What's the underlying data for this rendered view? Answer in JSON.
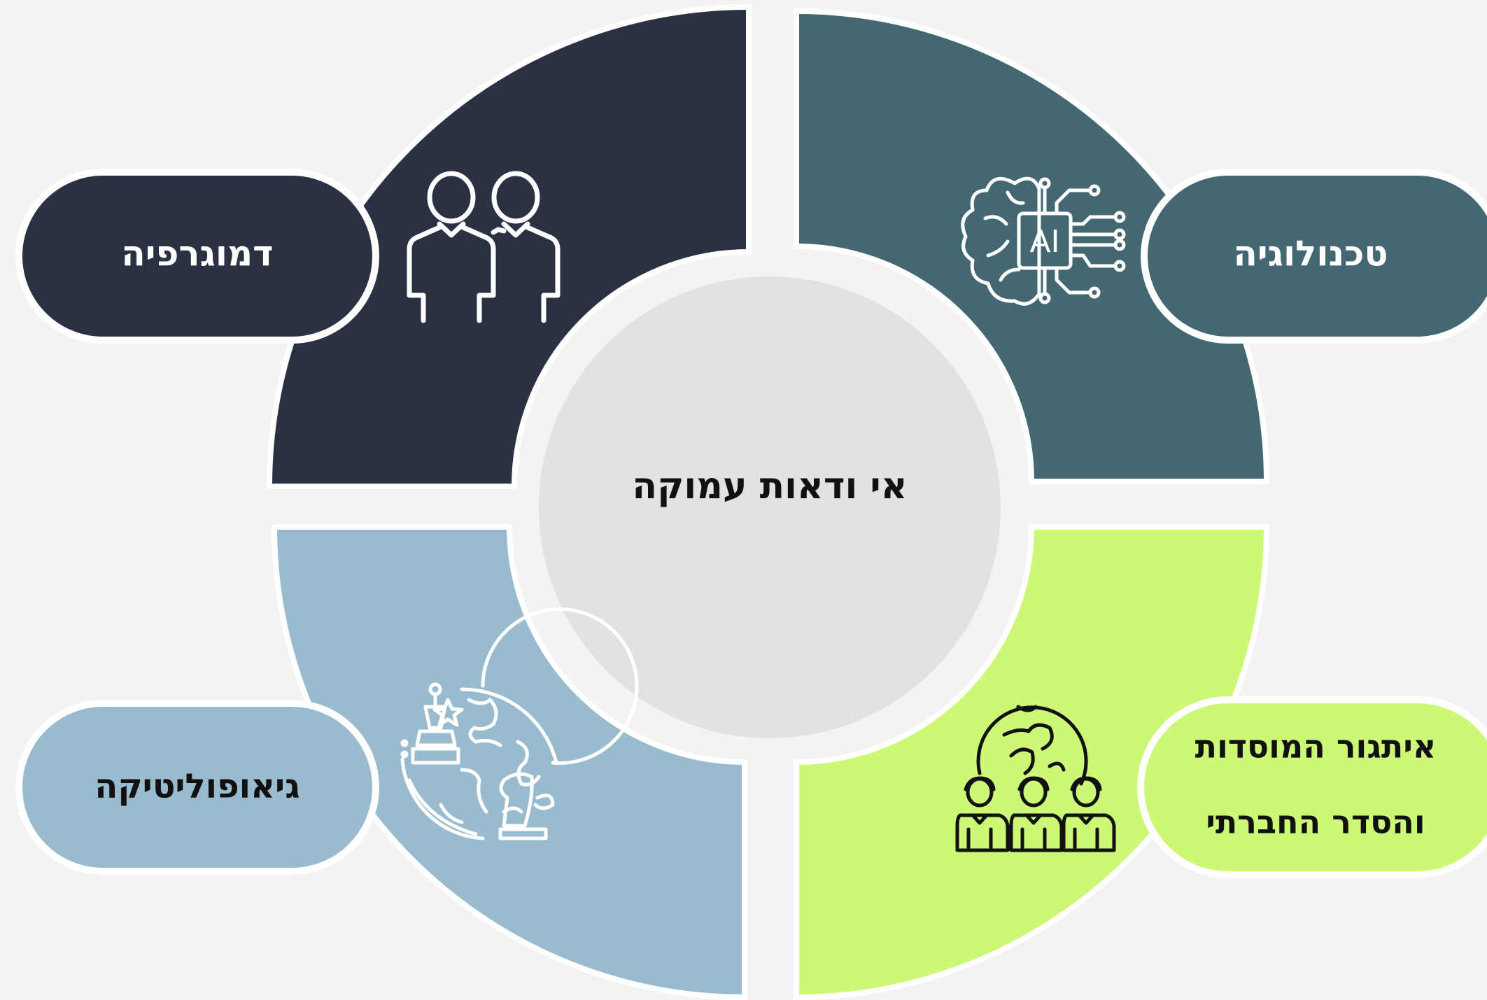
{
  "center": {
    "title": "אי ודאות עמוקה"
  },
  "quadrants": [
    {
      "id": "demography",
      "label": "דמוגרפיה",
      "color": "#2a3142",
      "text_color": "#ffffff",
      "icon": "two-people-icon",
      "icon_color": "#ffffff"
    },
    {
      "id": "technology",
      "label": "טכנולוגיה",
      "color": "#436872",
      "text_color": "#ffffff",
      "icon": "ai-brain-chip-icon",
      "icon_color": "#ffffff",
      "icon_text": "AI"
    },
    {
      "id": "geopolitics",
      "label": "גיאופוליטיקה",
      "color": "#98bbcd",
      "text_color": "#111111",
      "icon": "globe-chess-icon",
      "icon_color": "#ffffff"
    },
    {
      "id": "institutions",
      "label_line1": "איתגור המוסדות",
      "label_line2": "והסדר החברתי",
      "color": "#ccf876",
      "text_color": "#111111",
      "icon": "globe-people-icon",
      "icon_color": "#111111"
    }
  ],
  "colors": {
    "background": "#f2f3f4",
    "center_fill": "#e1e3e2",
    "outline": "#ffffff"
  }
}
